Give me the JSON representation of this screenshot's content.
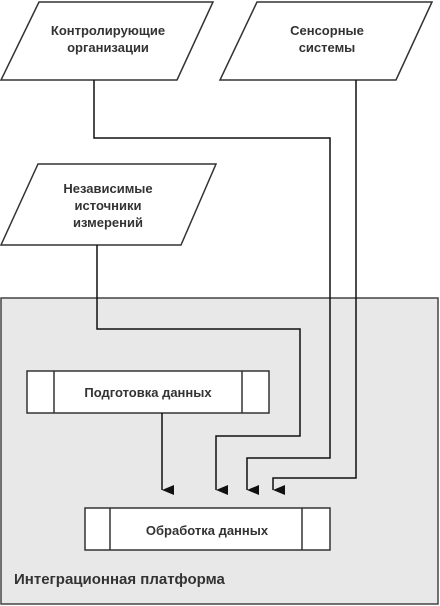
{
  "diagram": {
    "platform_label": "Интеграционная платформа",
    "sources": [
      {
        "id": "control",
        "lines": [
          "Контролирующие",
          "организации"
        ]
      },
      {
        "id": "sensor",
        "lines": [
          "Сенсорные",
          "системы"
        ]
      },
      {
        "id": "independent",
        "lines": [
          "Независимые",
          "источники",
          "измерений"
        ]
      }
    ],
    "processes": {
      "prep": "Подготовка данных",
      "proc": "Обработка данных"
    }
  }
}
